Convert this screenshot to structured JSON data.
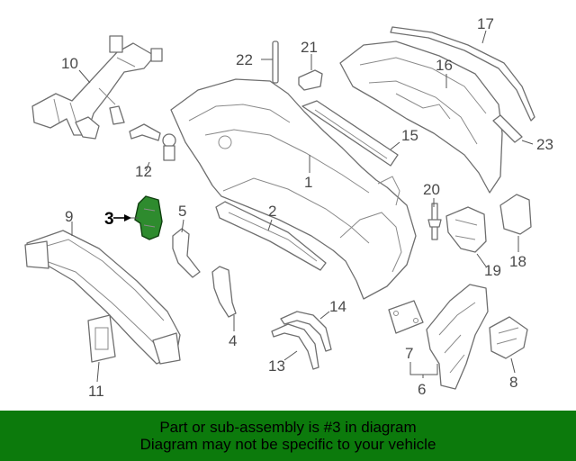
{
  "diagram": {
    "callouts": {
      "c1": "1",
      "c2": "2",
      "c3": "3",
      "c4": "4",
      "c5": "5",
      "c6": "6",
      "c7": "7",
      "c8": "8",
      "c9": "9",
      "c10": "10",
      "c11": "11",
      "c12": "12",
      "c13": "13",
      "c14": "14",
      "c15": "15",
      "c16": "16",
      "c17": "17",
      "c18": "18",
      "c19": "19",
      "c20": "20",
      "c21": "21",
      "c22": "22",
      "c23": "23"
    },
    "highlighted_callout": "3",
    "highlight_color": "#2e8b2e"
  },
  "footer": {
    "line1": "Part or sub-assembly is #3 in diagram",
    "line2": "Diagram may not be specific to your vehicle",
    "background": "#0c7a0c"
  }
}
